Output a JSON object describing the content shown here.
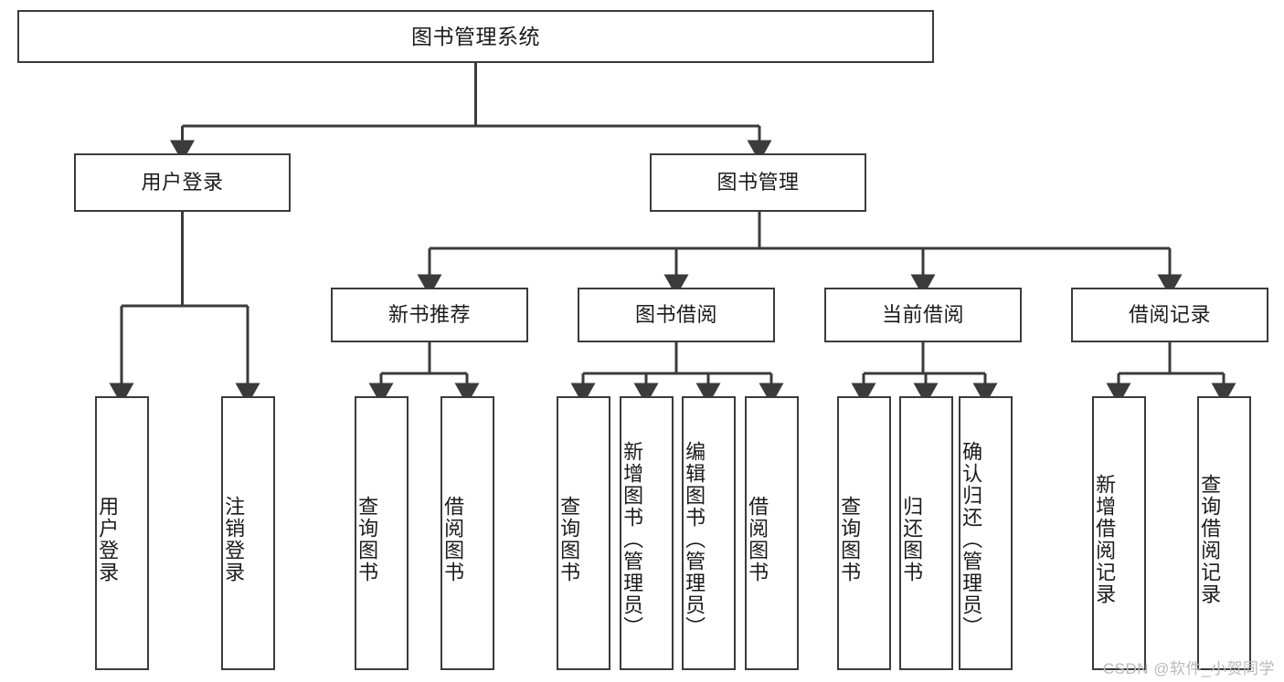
{
  "diagram": {
    "title": "图书管理系统",
    "watermark": "CSDN @软件_小贺同学",
    "colors": {
      "stroke": "#3b3b3b",
      "fill": "#ffffff",
      "text": "#1b1b1b",
      "watermark": "#b9b9b9"
    },
    "root": {
      "label": "图书管理系统"
    },
    "level2": [
      {
        "label": "用户登录"
      },
      {
        "label": "图书管理"
      }
    ],
    "level3": [
      {
        "label": "新书推荐"
      },
      {
        "label": "图书借阅"
      },
      {
        "label": "当前借阅"
      },
      {
        "label": "借阅记录"
      }
    ],
    "leaves": {
      "user_login": [
        {
          "label": "用户登录"
        },
        {
          "label": "注销登录"
        }
      ],
      "new_book_recommend": [
        {
          "label": "查询图书"
        },
        {
          "label": "借阅图书"
        }
      ],
      "book_borrow": [
        {
          "label": "查询图书"
        },
        {
          "label": "新增图书（管理员）"
        },
        {
          "label": "编辑图书（管理员）"
        },
        {
          "label": "借阅图书"
        }
      ],
      "current_borrow": [
        {
          "label": "查询图书"
        },
        {
          "label": "归还图书"
        },
        {
          "label": "确认归还（管理员）"
        }
      ],
      "borrow_record": [
        {
          "label": "新增借阅记录"
        },
        {
          "label": "查询借阅记录"
        }
      ]
    }
  }
}
